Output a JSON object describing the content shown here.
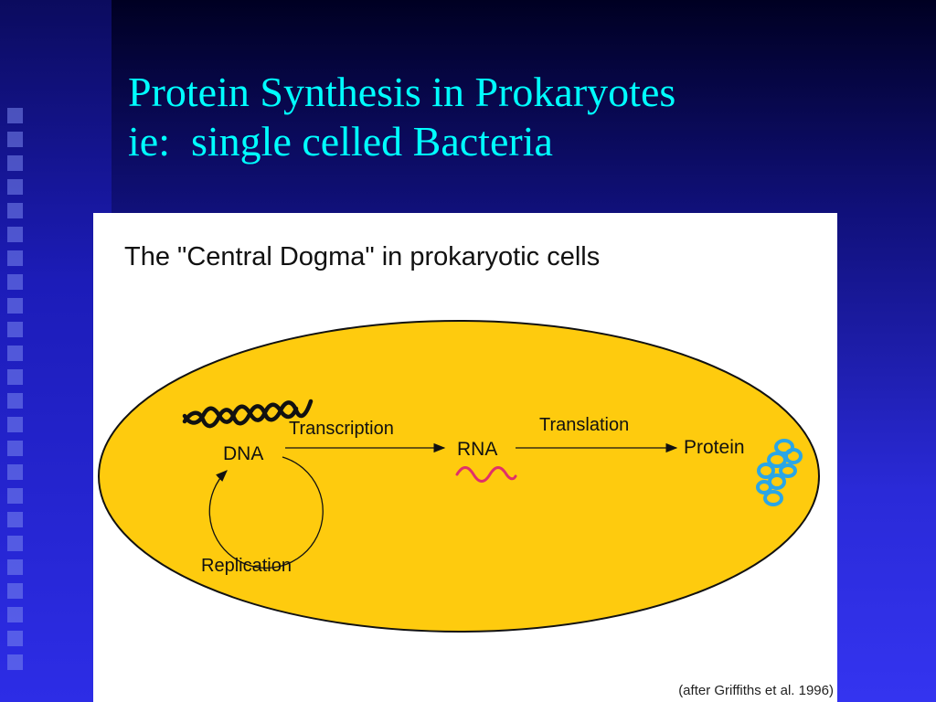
{
  "slide": {
    "title_line1": "Protein Synthesis in Prokaryotes",
    "title_line2": "ie:  single celled Bacteria",
    "title_color": "#00ffff"
  },
  "figure": {
    "title": "The \"Central Dogma\" in prokaryotic cells",
    "citation": "(after Griffiths et al. 1996)",
    "cell_color": "#fecb0e",
    "nodes": {
      "dna": "DNA",
      "rna": "RNA",
      "protein": "Protein"
    },
    "processes": {
      "transcription": "Transcription",
      "translation": "Translation",
      "replication": "Replication"
    },
    "icons": {
      "dna": "dna-coil-icon",
      "rna": "rna-wave-icon",
      "protein": "protein-coil-icon"
    },
    "icon_colors": {
      "rna": "#e0306a",
      "protein": "#2aa6e6"
    }
  }
}
